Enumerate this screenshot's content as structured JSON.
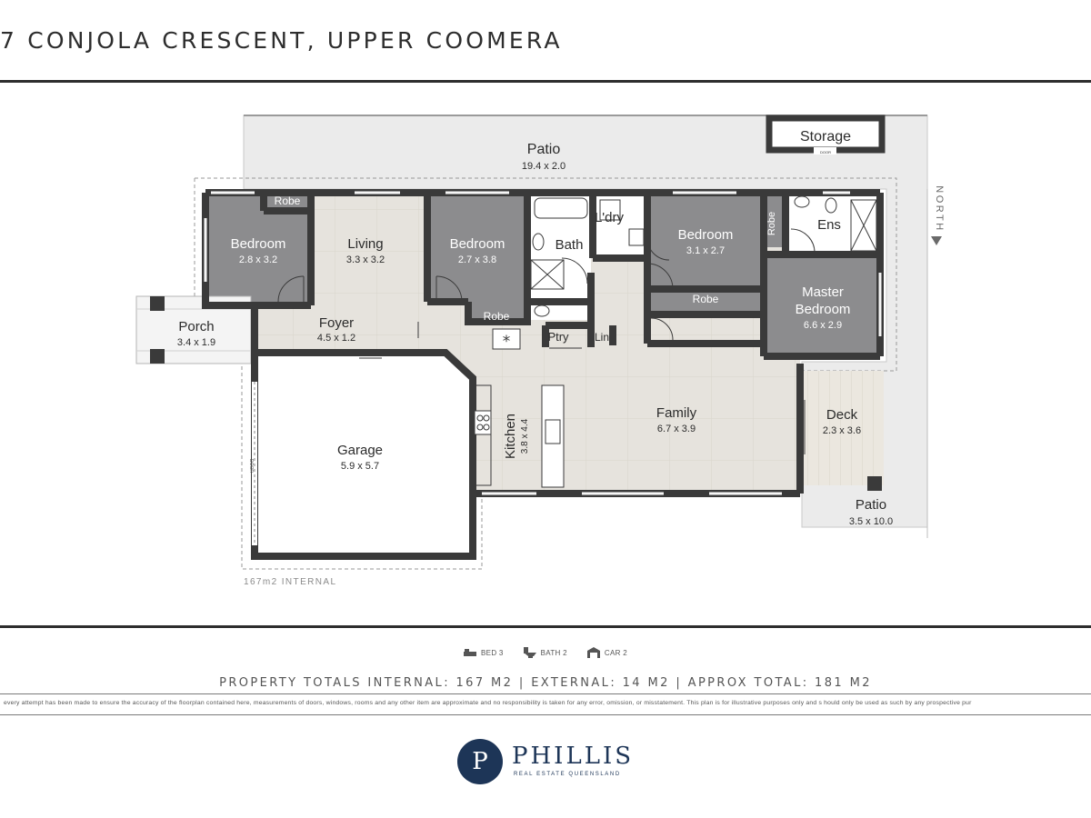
{
  "header": {
    "address": "7 CONJOLA CRESCENT, UPPER COOMERA"
  },
  "floorplan": {
    "north_label": "NORTH",
    "internal_label": "167m2 INTERNAL",
    "door_label": "DOOR",
    "rooms": {
      "patio_top": {
        "name": "Patio",
        "dims": "19.4 x 2.0"
      },
      "storage": {
        "name": "Storage",
        "door": "DOOR"
      },
      "bedroom_1": {
        "name": "Bedroom",
        "dims": "2.8 x 3.2"
      },
      "robe_1": {
        "name": "Robe"
      },
      "living": {
        "name": "Living",
        "dims": "3.3 x 3.2"
      },
      "bedroom_2": {
        "name": "Bedroom",
        "dims": "2.7 x 3.8"
      },
      "robe_2": {
        "name": "Robe"
      },
      "bath": {
        "name": "Bath"
      },
      "laundry": {
        "name": "L'dry"
      },
      "bedroom_3": {
        "name": "Bedroom",
        "dims": "3.1 x 2.7"
      },
      "robe_3": {
        "name": "Robe"
      },
      "ensuite": {
        "name": "Ens"
      },
      "robe_4": {
        "name": "Robe"
      },
      "master": {
        "name_line1": "Master",
        "name_line2": "Bedroom",
        "dims": "6.6 x 2.9"
      },
      "porch": {
        "name": "Porch",
        "dims": "3.4 x 1.9"
      },
      "foyer": {
        "name": "Foyer",
        "dims": "4.5 x 1.2"
      },
      "pantry": {
        "name": "Ptry"
      },
      "linen": {
        "name": "Lin"
      },
      "garage": {
        "name": "Garage",
        "dims": "5.9 x 5.7"
      },
      "kitchen": {
        "name": "Kitchen",
        "dims": "3.8 x 4.4"
      },
      "family": {
        "name": "Family",
        "dims": "6.7 x 3.9"
      },
      "deck": {
        "name": "Deck",
        "dims": "2.3 x 3.6"
      },
      "patio_side": {
        "name": "Patio",
        "dims": "3.5 x 10.0"
      }
    }
  },
  "features": {
    "bed": "BED 3",
    "bath": "BATH 2",
    "car": "CAR 2"
  },
  "totals": "PROPERTY TOTALS INTERNAL: 167 M2   |   EXTERNAL: 14 M2   |   APPROX TOTAL: 181 M2",
  "disclaimer": "every attempt has been made to ensure the accuracy of the floorplan contained here, measurements  of doors, windows, rooms and any other item  are approximate and no responsibility is  taken for any error, omission, or misstatement.  This plan is for illustrative purposes only and s hould only be used as such by any  prospective pur",
  "logo": {
    "letter": "P",
    "name": "PHILLIS",
    "sub": "REAL ESTATE QUEENSLAND"
  },
  "colors": {
    "bedroom_fill": "#8c8c8e",
    "wet_fill": "#ffffff",
    "living_fill": "#e6e3dd",
    "outdoor_fill": "#ebebeb",
    "deck_fill": "#e8e4dc",
    "wall": "#3a3a3a",
    "logo_navy": "#1d3557"
  }
}
